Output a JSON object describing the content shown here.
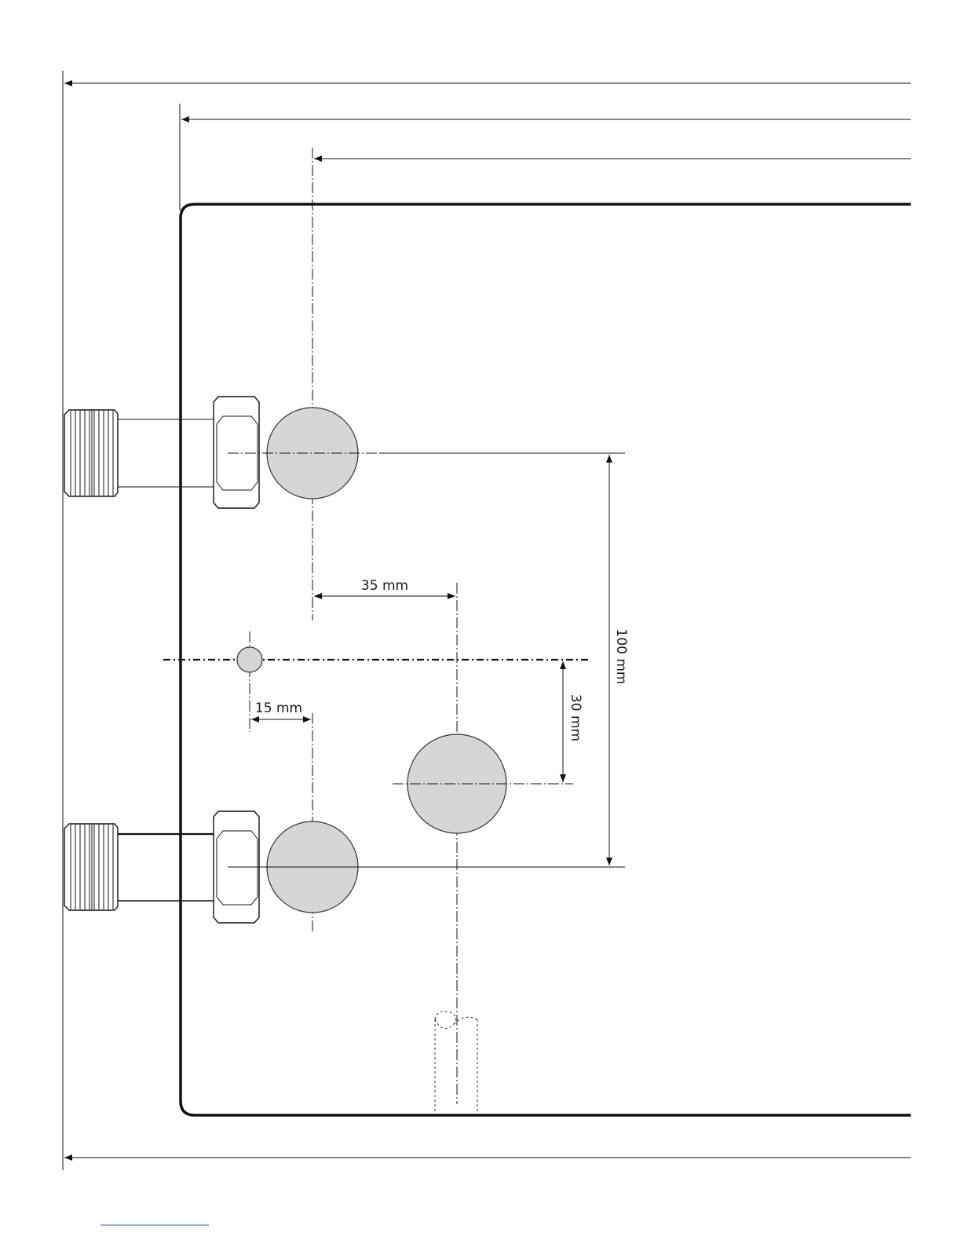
{
  "dimensions": {
    "horizontal_35": "35 mm",
    "horizontal_15": "15 mm",
    "vertical_100": "100 mm",
    "vertical_30": "30 mm"
  },
  "colors": {
    "line": "#111111",
    "hole_fill": "#d6d6d6",
    "footer_rule": "#5a78c8"
  }
}
